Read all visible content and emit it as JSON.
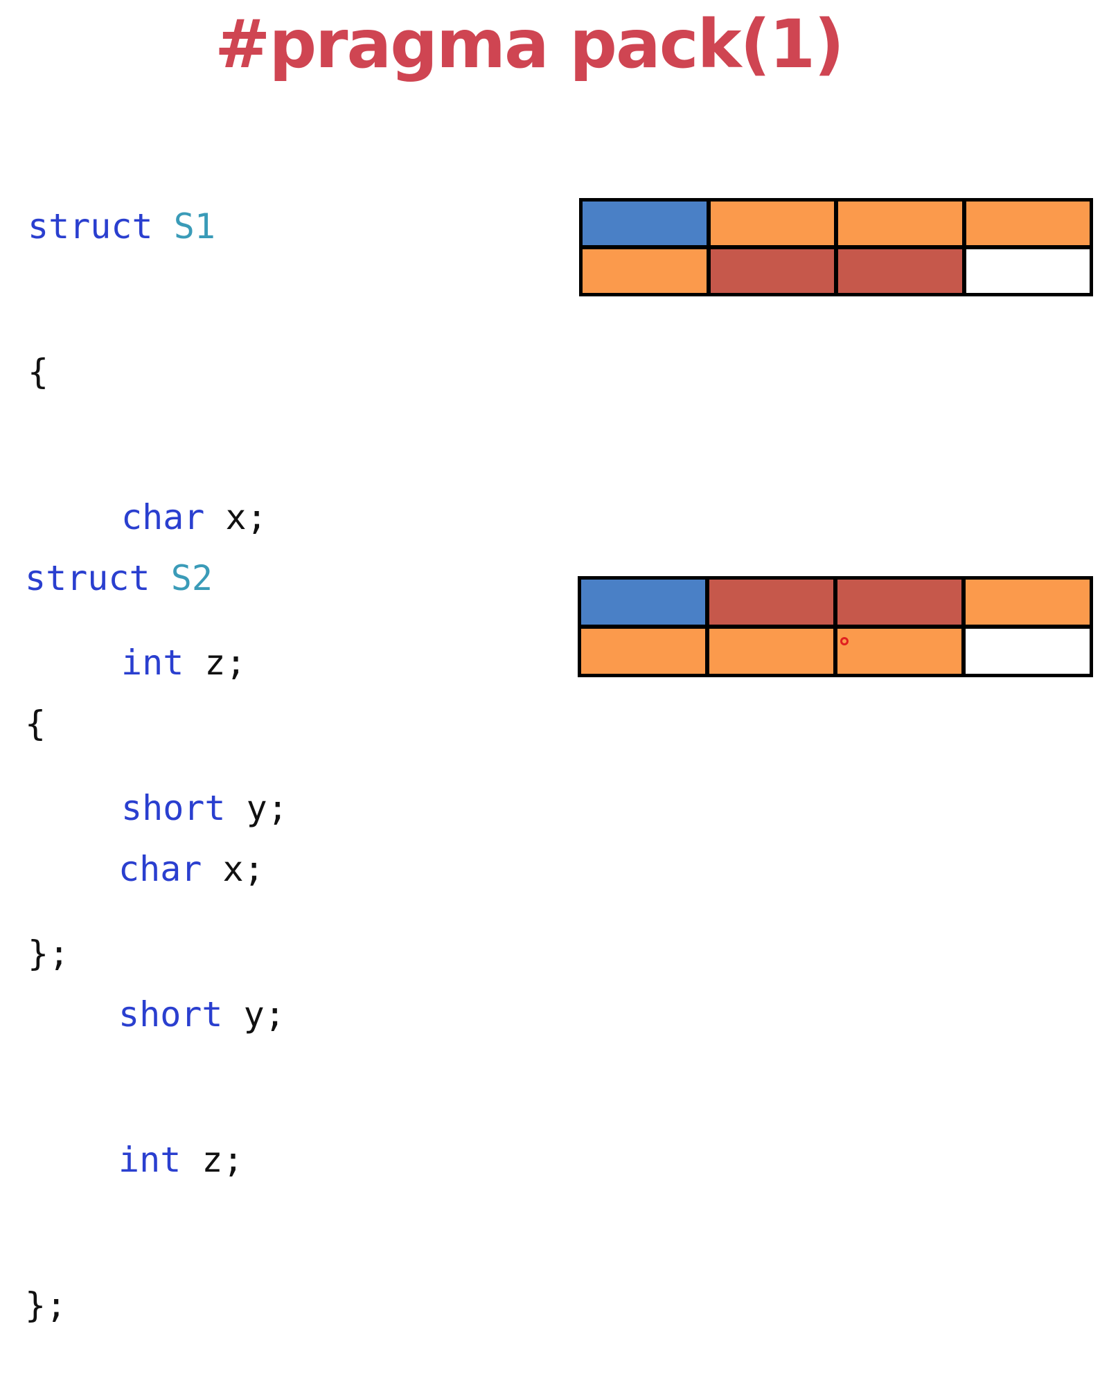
{
  "title": "#pragma pack(1)",
  "colors": {
    "title": "#cf4552",
    "char_byte": "#4a80c6",
    "int_byte": "#fb9a4c",
    "short_byte": "#c6584b",
    "empty_byte": "#ffffff",
    "keyword": "#2a3fcf",
    "type_name": "#3a9bb8"
  },
  "structs": [
    {
      "keyword": "struct",
      "name": "S1",
      "open_brace": "{",
      "members": [
        {
          "type": "char",
          "decl": "x;"
        },
        {
          "type": "int",
          "decl": "z;"
        },
        {
          "type": "short",
          "decl": "y;"
        }
      ],
      "close": "};",
      "memory_cells": [
        "char",
        "int",
        "int",
        "int",
        "int",
        "short",
        "short",
        "empty"
      ]
    },
    {
      "keyword": "struct",
      "name": "S2",
      "open_brace": "{",
      "members": [
        {
          "type": "char",
          "decl": "x;"
        },
        {
          "type": "short",
          "decl": "y;"
        },
        {
          "type": "int",
          "decl": "z;"
        }
      ],
      "close": "};",
      "memory_cells": [
        "char",
        "short",
        "short",
        "int",
        "int",
        "int",
        "int",
        "empty"
      ]
    }
  ]
}
